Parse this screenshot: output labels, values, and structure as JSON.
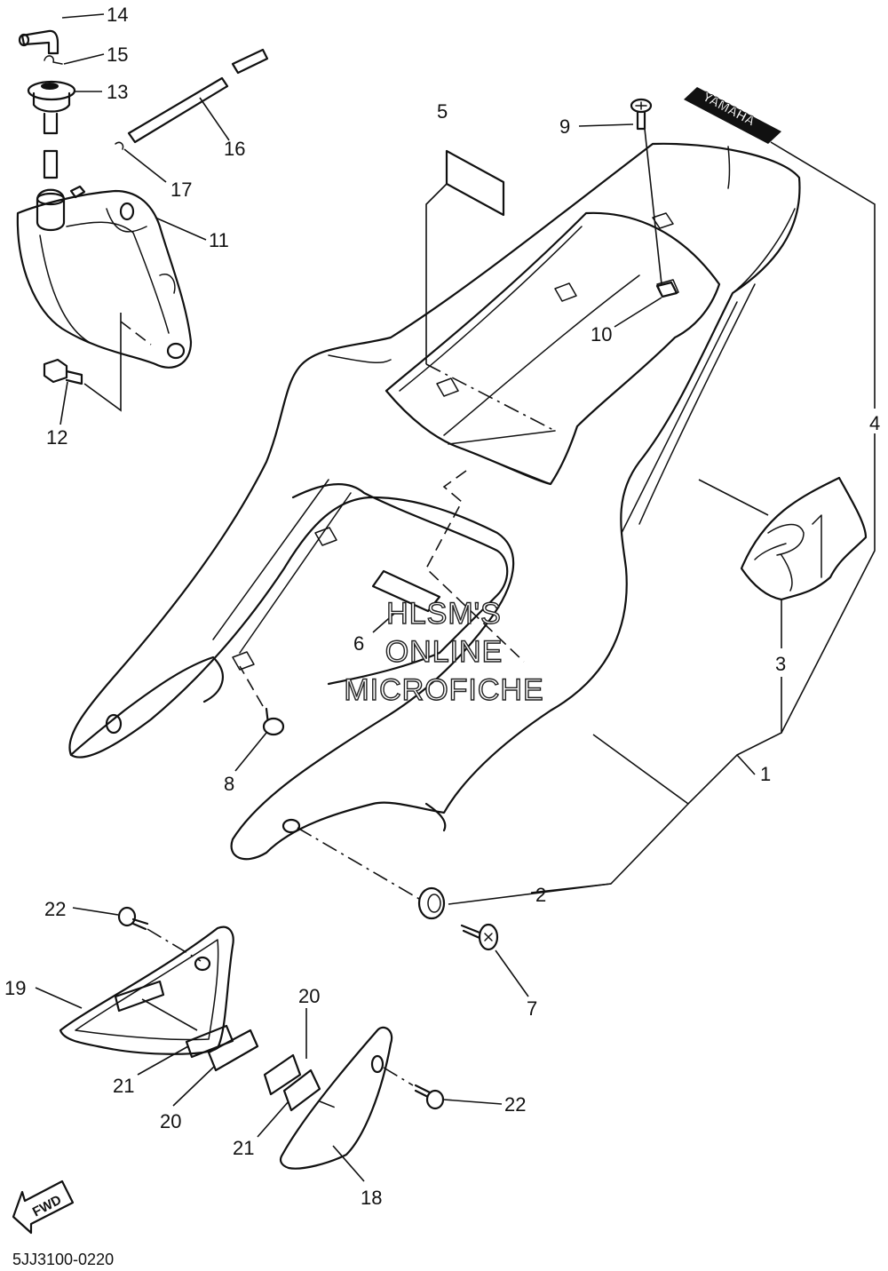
{
  "diagram": {
    "document_id": "5JJ3100-0220",
    "watermark_lines": [
      "HLSM'S",
      "ONLINE",
      "MICROFICHE"
    ],
    "brand_decal_text": "YAMAHA",
    "fwd_label": "FWD",
    "callouts": {
      "c1": "1",
      "c2": "2",
      "c3": "3",
      "c4": "4",
      "c5": "5",
      "c6": "6",
      "c7": "7",
      "c8": "8",
      "c9": "9",
      "c10": "10",
      "c11": "11",
      "c12": "12",
      "c13": "13",
      "c14": "14",
      "c15": "15",
      "c16": "16",
      "c17": "17",
      "c18": "18",
      "c19": "19",
      "c20a": "20",
      "c20b": "20",
      "c21a": "21",
      "c21b": "21",
      "c22a": "22",
      "c22b": "22"
    }
  }
}
